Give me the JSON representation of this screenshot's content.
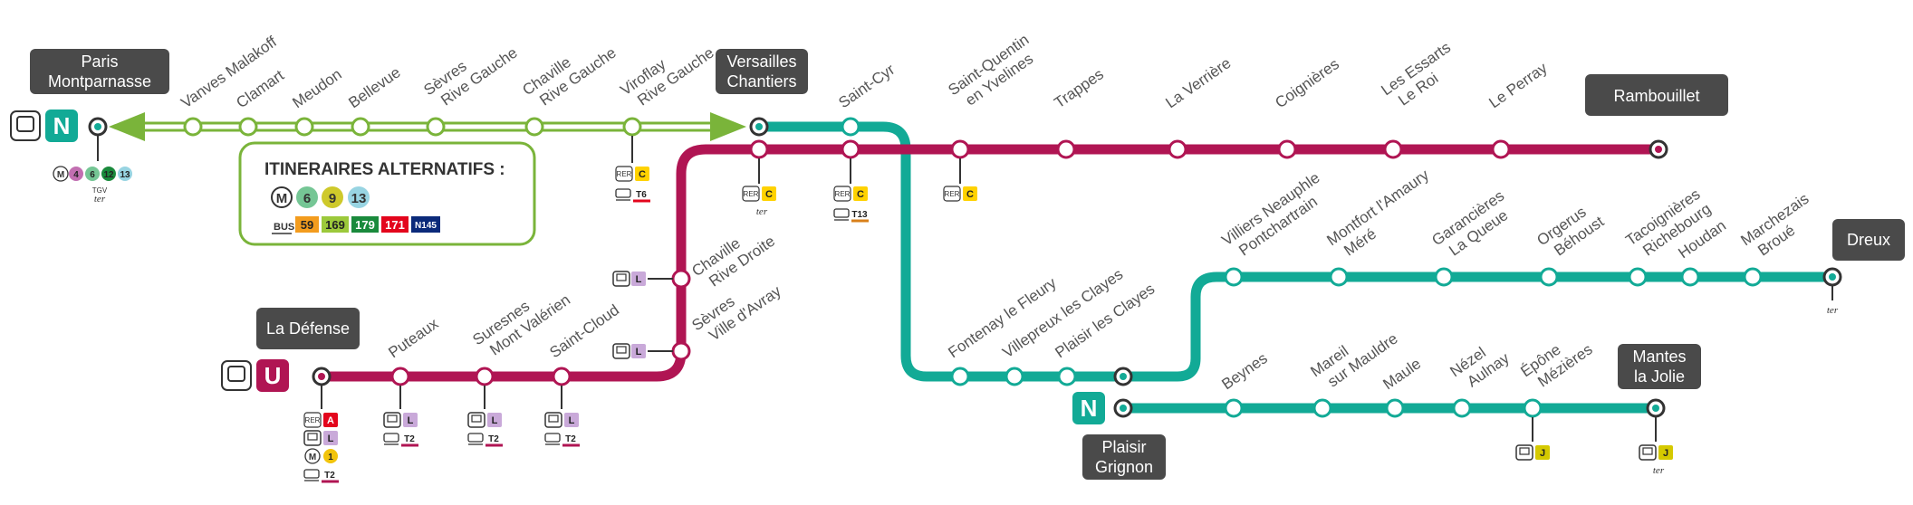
{
  "terminals": {
    "paris": [
      "Paris",
      "Montparnasse"
    ],
    "versailles": [
      "Versailles",
      "Chantiers"
    ],
    "rambouillet": [
      "Rambouillet"
    ],
    "ladefense": [
      "La Défense"
    ],
    "dreux": [
      "Dreux"
    ],
    "mantes": [
      "Mantes",
      "la Jolie"
    ],
    "plaisir_grignon": [
      "Plaisir",
      "Grignon"
    ]
  },
  "line_badges": {
    "N": "N",
    "U": "U",
    "N2": "N"
  },
  "stations": {
    "n_paris_versailles": [
      [
        "Vanves Malakoff"
      ],
      [
        "Clamart"
      ],
      [
        "Meudon"
      ],
      [
        "Bellevue"
      ],
      [
        "Sèvres",
        "Rive Gauche"
      ],
      [
        "Chaville",
        "Rive Gauche"
      ],
      [
        "Viroflay",
        "Rive Gauche"
      ]
    ],
    "saint_cyr": [
      "Saint-Cyr"
    ],
    "u_west": [
      [
        "Saint-Quentin",
        "en Yvelines"
      ],
      [
        "Trappes"
      ],
      [
        "La Verrière"
      ],
      [
        "Coignières"
      ],
      [
        "Les Essarts",
        "Le Roi"
      ],
      [
        "Le Perray"
      ]
    ],
    "u_defense": [
      [
        "Puteaux"
      ],
      [
        "Suresnes",
        "Mont Valérien"
      ],
      [
        "Saint-Cloud"
      ]
    ],
    "u_rive_droite": [
      [
        "Chaville",
        "Rive Droite"
      ],
      [
        "Sèvres",
        "Ville d'Avray"
      ]
    ],
    "n_plaisir": [
      [
        "Fontenay le Fleury"
      ],
      [
        "Villepreux les Clayes"
      ],
      [
        "Plaisir les Clayes"
      ]
    ],
    "n_dreux": [
      [
        "Villiers Neauphle",
        "Pontchartrain"
      ],
      [
        "Montfort l'Amaury",
        "Méré"
      ],
      [
        "Garancières",
        "La Queue"
      ],
      [
        "Orgerus",
        "Béhoust"
      ],
      [
        "Tacoignières",
        "Richebourg"
      ],
      [
        "Houdan"
      ],
      [
        "Marchezais",
        "Broué"
      ]
    ],
    "n_mantes": [
      [
        "Beynes"
      ],
      [
        "Mareil",
        "sur Mauldre"
      ],
      [
        "Maule"
      ],
      [
        "Nézel",
        "Aulnay"
      ],
      [
        "Épône",
        "Mézières"
      ]
    ]
  },
  "alternatives": {
    "title": "ITINERAIRES ALTERNATIFS :",
    "metro_lines": [
      "6",
      "9",
      "13"
    ],
    "bus_label": "BUS",
    "bus_lines": [
      "59",
      "169",
      "179",
      "171",
      "N145"
    ]
  },
  "connections": {
    "montparnasse_metro": [
      "4",
      "6",
      "12",
      "13"
    ],
    "tgv": "TGV",
    "ter": "ter",
    "rer": "RER",
    "rer_a": "A",
    "rer_c": "C",
    "line_l": "L",
    "line_j": "J",
    "metro_1": "1",
    "tram_t2": "T2",
    "tram_t6": "T6",
    "tram_t13": "T13"
  },
  "colors": {
    "line_n": "#12aa96",
    "line_u": "#b01553",
    "arrow": "#7ab43a",
    "terminal_box": "#4a4a4a",
    "rer_c": "#ffd200",
    "rer_a": "#e3051c",
    "line_l": "#c9a9d9",
    "line_j": "#d5c900"
  }
}
